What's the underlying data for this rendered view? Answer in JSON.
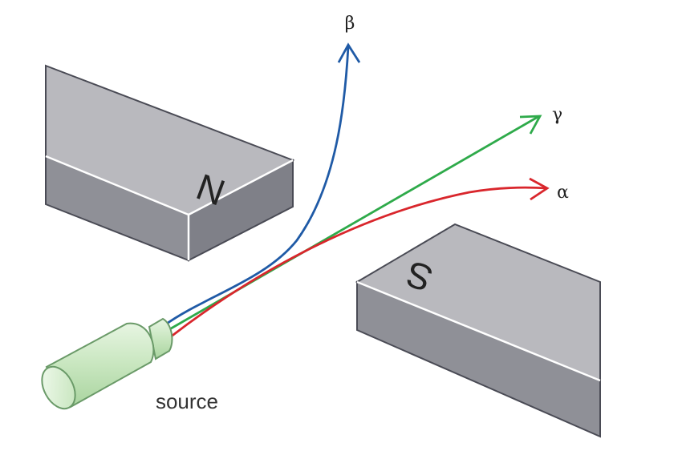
{
  "diagram": {
    "source_label": "source",
    "magnets": {
      "north": {
        "label": "N"
      },
      "south": {
        "label": "S"
      }
    },
    "rays": [
      {
        "id": "beta",
        "label": "β",
        "color": "#1f5aa6"
      },
      {
        "id": "gamma",
        "label": "γ",
        "color": "#2eaa4a"
      },
      {
        "id": "alpha",
        "label": "α",
        "color": "#d9262c"
      }
    ],
    "colors": {
      "magnet_top": "#b7b7bc",
      "magnet_side": "#8d8e95",
      "magnet_edge": "#4a4b55",
      "source_body": "#cfe9c8",
      "source_edge": "#6a9a68"
    }
  }
}
